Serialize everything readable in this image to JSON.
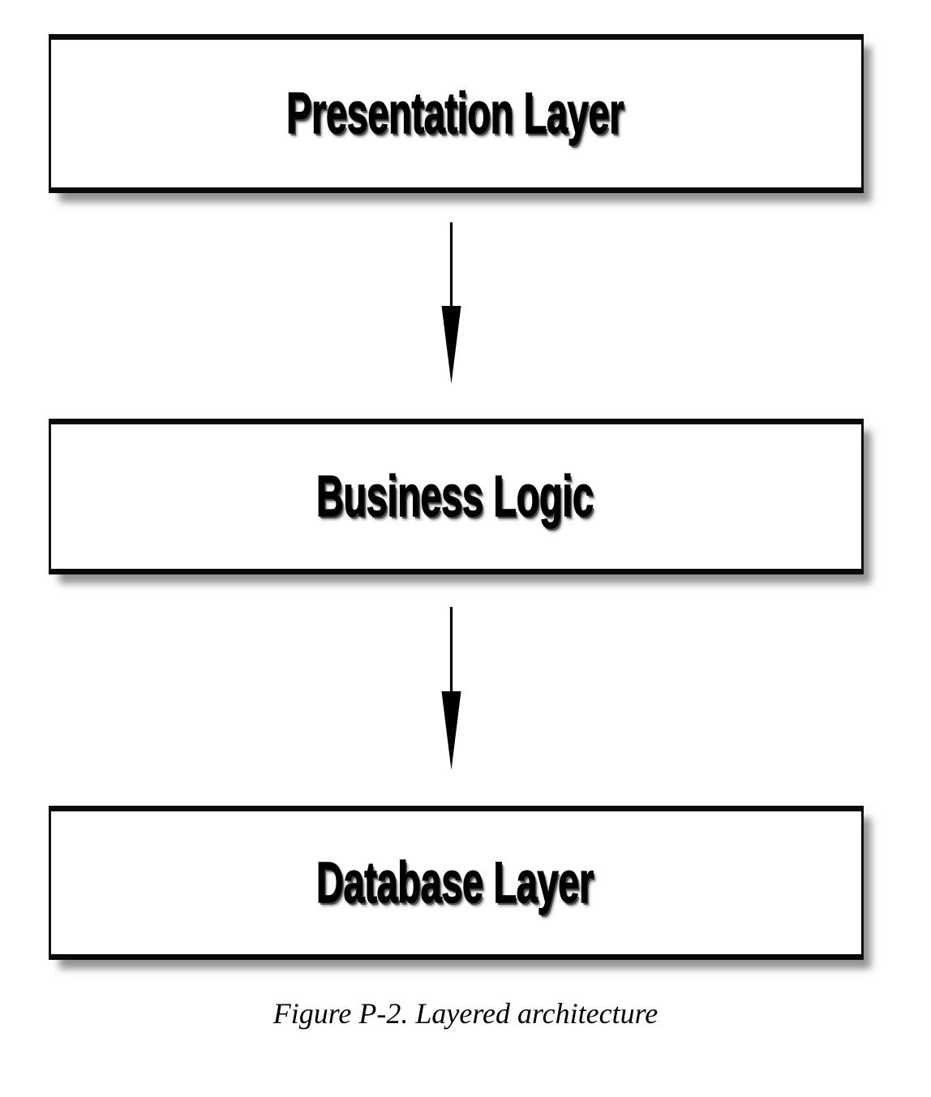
{
  "figure": {
    "caption": "Figure P-2. Layered architecture",
    "background_color": "#ffffff",
    "box_border_color": "#0a0a0a",
    "box_fill_color": "#ffffff",
    "box_shadow_color": "#9e9e9e",
    "arrow_color": "#000000",
    "text_color": "#000000"
  },
  "diagram": {
    "type": "flow",
    "orientation": "vertical",
    "layers": [
      {
        "id": "presentation",
        "label": "Presentation Layer",
        "order": 1
      },
      {
        "id": "business-logic",
        "label": "Business Logic",
        "order": 2
      },
      {
        "id": "database",
        "label": "Database Layer",
        "order": 3
      }
    ],
    "connectors": [
      {
        "id": "arrow-1",
        "from": "presentation",
        "to": "business-logic",
        "style": "solid-arrow-down"
      },
      {
        "id": "arrow-2",
        "from": "business-logic",
        "to": "database",
        "style": "solid-arrow-down"
      }
    ]
  }
}
